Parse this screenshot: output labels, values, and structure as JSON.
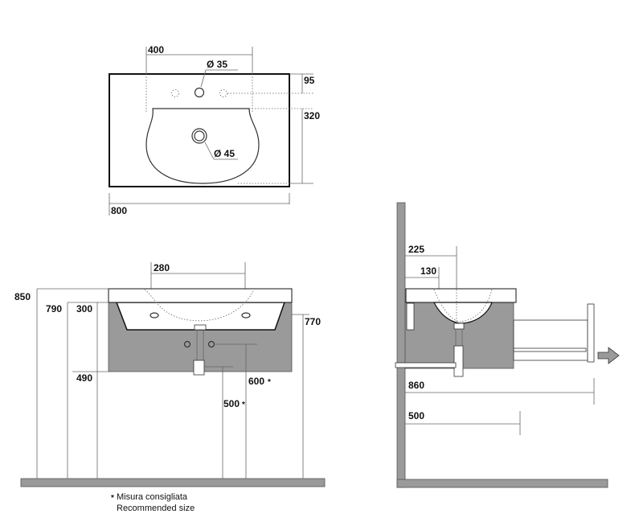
{
  "top_view": {
    "width_label": "800",
    "spacing_label": "400",
    "tap_hole_label": "Ø 35",
    "drain_label": "Ø 45",
    "back_depth_label": "95",
    "bowl_depth_label": "320"
  },
  "front_view": {
    "bowl_width_label": "280",
    "total_height_label": "850",
    "rim_height_label": "790",
    "cabinet_height_label": "300",
    "cabinet_bottom_label": "490",
    "side_height_label": "770",
    "outlet_height_label": "600",
    "inlet_height_label": "500",
    "star_mark": "*"
  },
  "side_view": {
    "depth_label_1": "225",
    "depth_label_2": "130",
    "drawer_extension_label": "860",
    "floor_depth_label": "500"
  },
  "footnote": {
    "star": "*",
    "line_it": "Misura consigliata",
    "line_en": "Recommended size"
  },
  "colors": {
    "cabinet": "#9a9a9a",
    "floor": "#9a9a9a",
    "wall": "#9a9a9a",
    "line": "#111111"
  }
}
